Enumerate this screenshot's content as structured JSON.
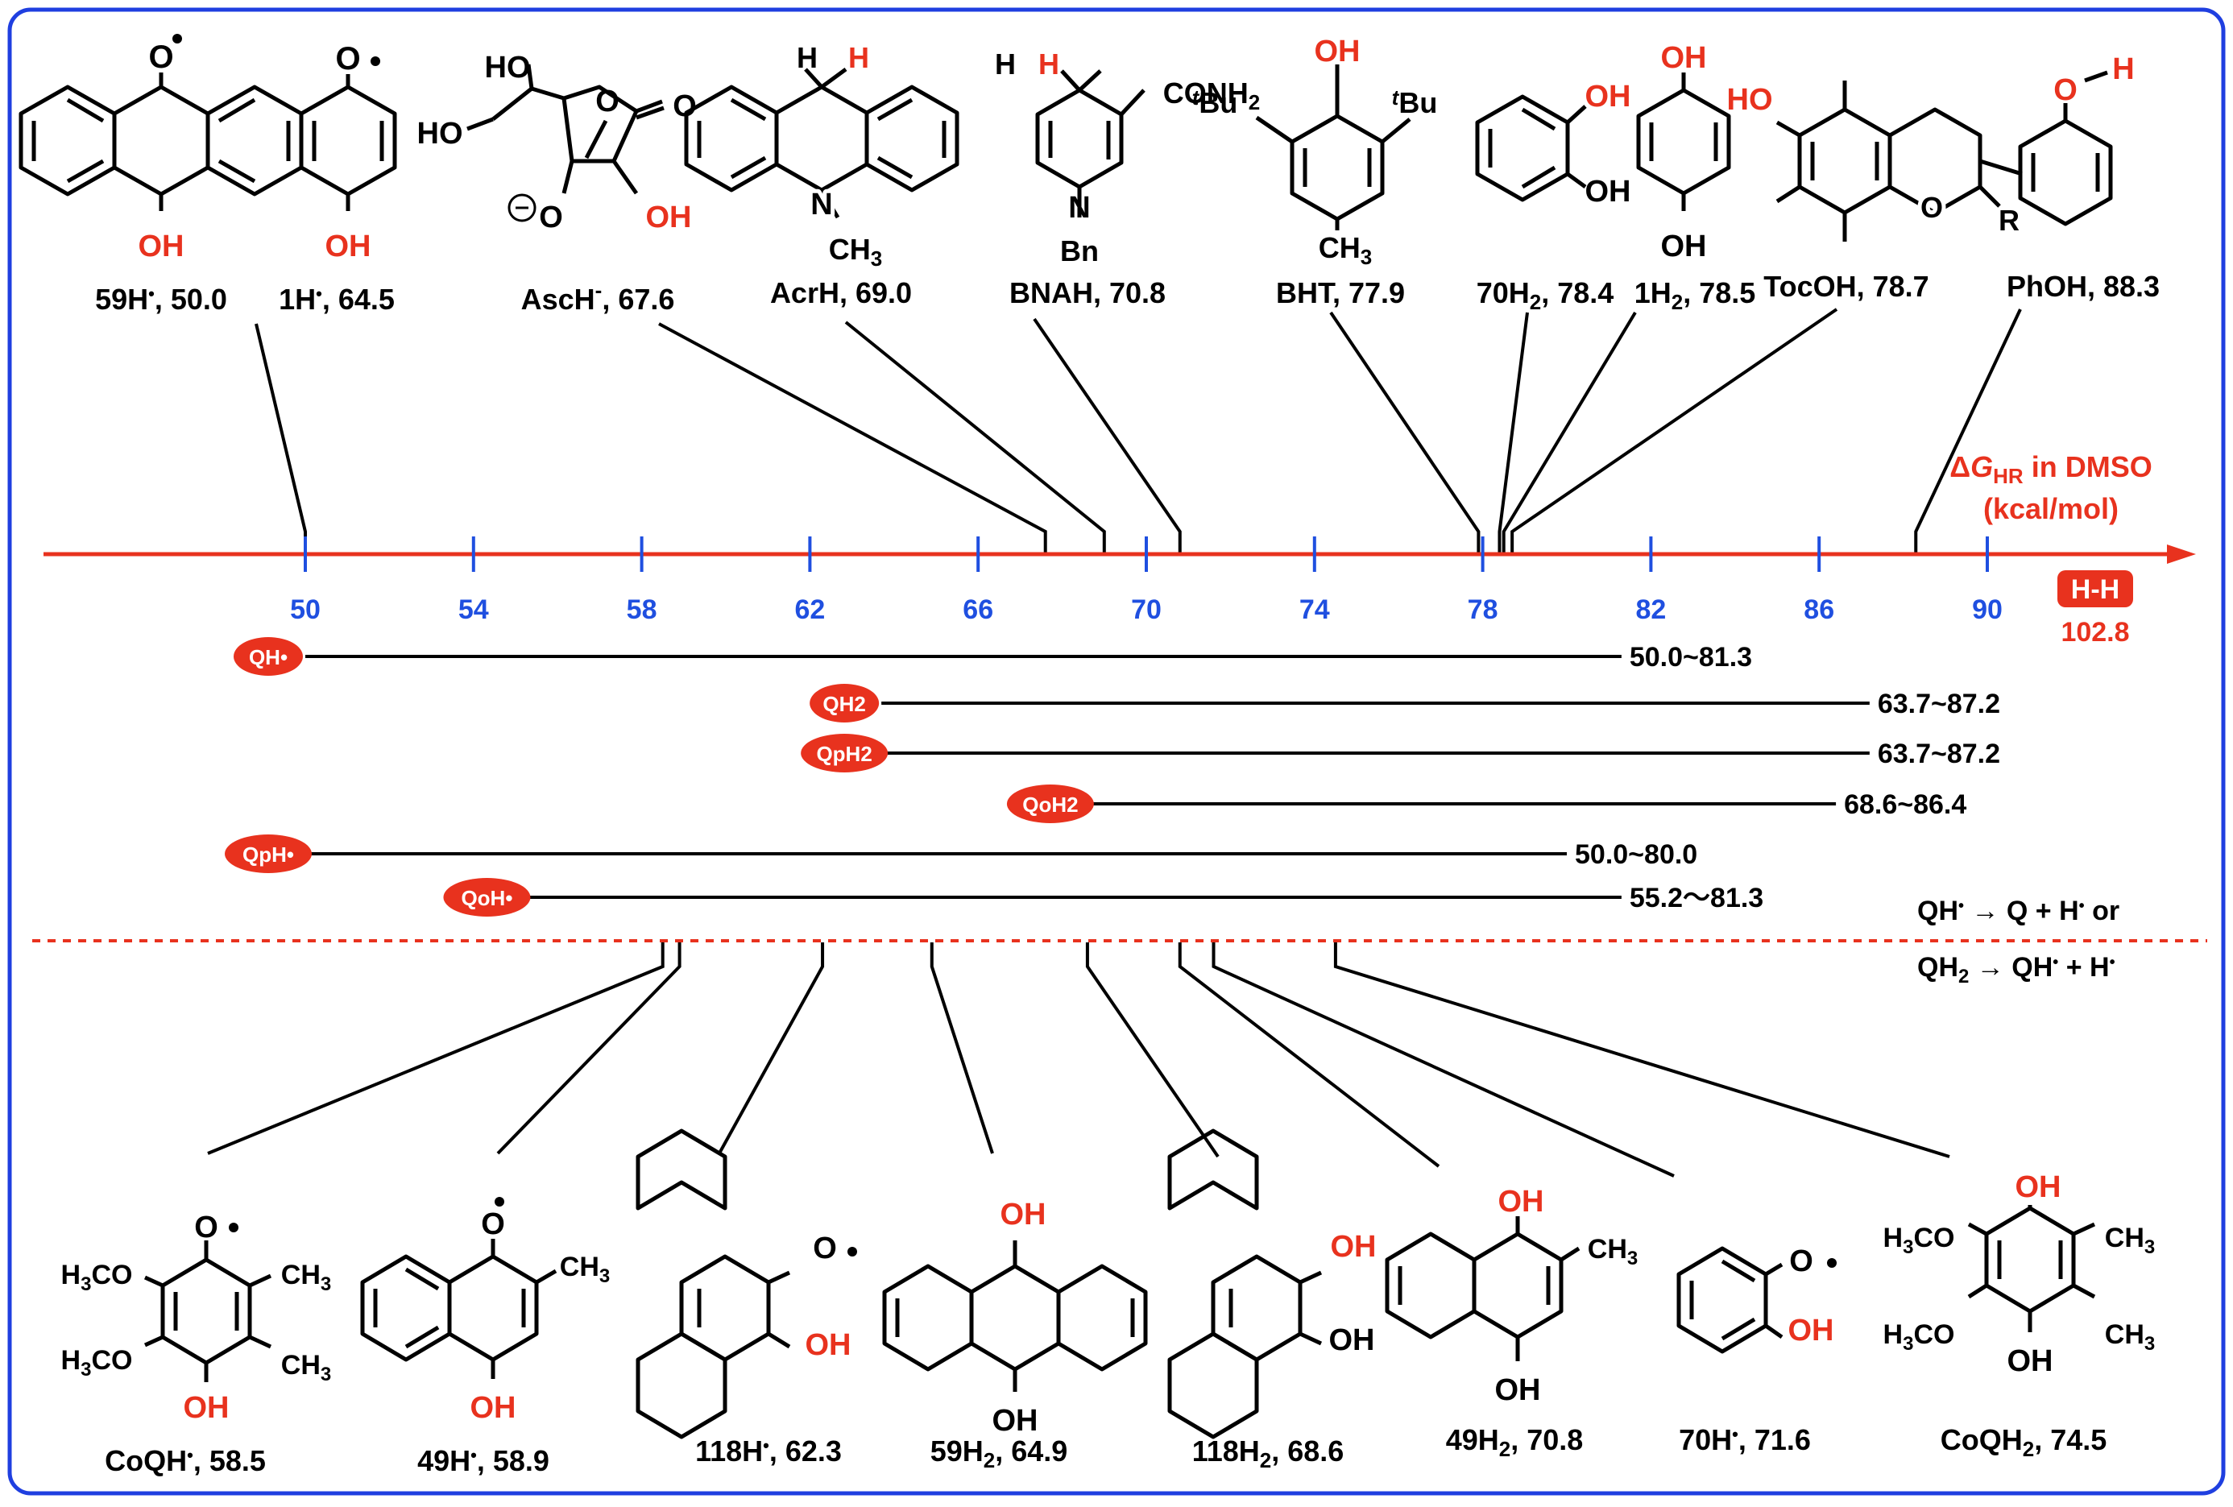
{
  "axis": {
    "label_delta": "Δ",
    "label_symbol": "G",
    "label_subscript": "HR",
    "label_rest": " in DMSO",
    "units": "(kcal/mol)",
    "ticks": [
      "50",
      "54",
      "58",
      "62",
      "66",
      "70",
      "74",
      "78",
      "82",
      "86",
      "90"
    ],
    "hh_badge": "H-H",
    "hh_value": "102.8"
  },
  "top_compounds": [
    {
      "label": "59H•, 50.0",
      "value": 50.0
    },
    {
      "label": "1H•, 64.5",
      "value": 64.5
    },
    {
      "label": "AscH-, 67.6",
      "value": 67.6
    },
    {
      "label": "AcrH, 69.0",
      "value": 69.0
    },
    {
      "label": "BNAH, 70.8",
      "value": 70.8
    },
    {
      "label": "BHT, 77.9",
      "value": 77.9
    },
    {
      "label": "70H2, 78.4",
      "value": 78.4
    },
    {
      "label": "1H2, 78.5",
      "value": 78.5
    },
    {
      "label": "TocOH, 78.7",
      "value": 78.7
    },
    {
      "label": "PhOH, 88.3",
      "value": 88.3
    }
  ],
  "ranges": [
    {
      "badge": "QH•",
      "range": "50.0~81.3",
      "from": 50.0,
      "to": 81.3
    },
    {
      "badge": "QH2",
      "range": "63.7~87.2",
      "from": 63.7,
      "to": 87.2
    },
    {
      "badge": "QpH2",
      "range": "63.7~87.2",
      "from": 63.7,
      "to": 87.2
    },
    {
      "badge": "QoH2",
      "range": "68.6~86.4",
      "from": 68.6,
      "to": 86.4
    },
    {
      "badge": "QpH•",
      "range": "50.0~80.0",
      "from": 50.0,
      "to": 80.0
    },
    {
      "badge": "QoH•",
      "range": "55.2～81.3",
      "from": 55.2,
      "to": 81.3
    }
  ],
  "equations": {
    "line1": "QH• → Q + H•  or",
    "line2": "QH2 → QH• + H•"
  },
  "bottom_compounds": [
    {
      "label": "CoQH•, 58.5",
      "value": 58.5
    },
    {
      "label": "49H•, 58.9",
      "value": 58.9
    },
    {
      "label": "118H•, 62.3",
      "value": 62.3
    },
    {
      "label": "59H2, 64.9",
      "value": 64.9
    },
    {
      "label": "118H2, 68.6",
      "value": 68.6
    },
    {
      "label": "49H2, 70.8",
      "value": 70.8
    },
    {
      "label": "70H•, 71.6",
      "value": 71.6
    },
    {
      "label": "CoQH2, 74.5",
      "value": 74.5
    }
  ],
  "colors": {
    "frame": "#1f3fe0",
    "axis": "#e8321e",
    "tick": "#1f4fe0",
    "highlight": "#e8321e",
    "text": "#000000"
  }
}
